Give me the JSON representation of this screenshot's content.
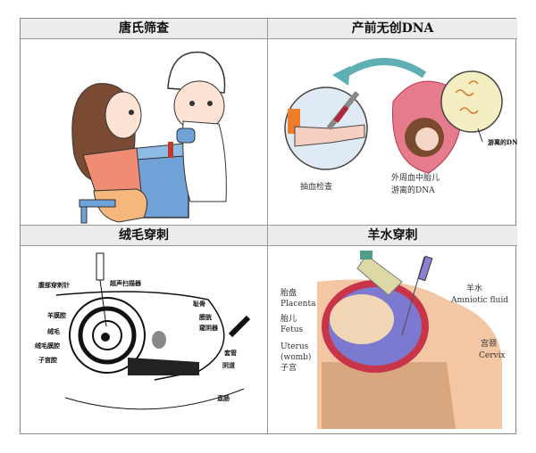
{
  "panels": [
    {
      "title": "唐氏筛查",
      "labels": []
    },
    {
      "title": "产前无创DNA",
      "labels": [
        "抽血检查",
        "外周血中胎儿",
        "游离的DNA",
        "游离的DNA"
      ]
    },
    {
      "title": "绒毛穿刺",
      "labels": [
        "腹部穿刺针",
        "超声扫描器",
        "羊膜腔",
        "绒毛",
        "绒毛膜腔",
        "子宫腔",
        "耻骨",
        "膀胱",
        "窥阴器",
        "套管",
        "阴道",
        "直肠"
      ]
    },
    {
      "title": "羊水穿刺",
      "labels": [
        "胎盘",
        "Placenta",
        "胎儿",
        "Fetus",
        "Uterus",
        "(womb)",
        "子宫",
        "羊水",
        "Amniotic fluid",
        "宫颈",
        "Cervix"
      ]
    }
  ],
  "colors": {
    "header_bg": "#ececec",
    "border": "#8a8a8a"
  }
}
